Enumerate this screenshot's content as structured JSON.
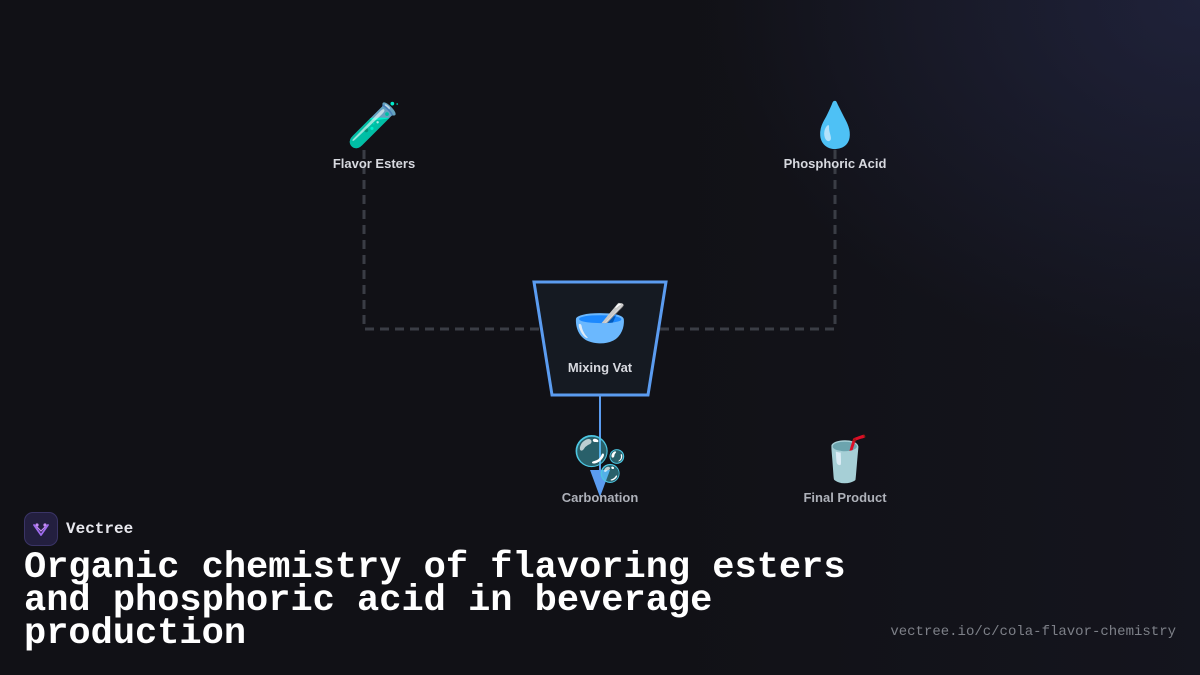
{
  "diagram": {
    "nodes": {
      "flavor_esters": {
        "label": "Flavor Esters",
        "icon": "test-tube-icon",
        "glyph": "🧪"
      },
      "phosphoric_acid": {
        "label": "Phosphoric Acid",
        "icon": "droplet-icon",
        "glyph": "💧"
      },
      "mixing_vat": {
        "label": "Mixing Vat",
        "icon": "bowl-with-spoon-icon",
        "glyph": "🥣"
      },
      "carbonation": {
        "label": "Carbonation",
        "icon": "bubbles-icon",
        "glyph": "🫧"
      },
      "final_product": {
        "label": "Final Product",
        "icon": "cup-with-straw-icon",
        "glyph": "🥤"
      }
    },
    "edges": [
      {
        "from": "flavor_esters",
        "to": "mixing_vat",
        "style": "dashed"
      },
      {
        "from": "phosphoric_acid",
        "to": "mixing_vat",
        "style": "dashed"
      },
      {
        "from": "mixing_vat",
        "to": "carbonation",
        "style": "solid-arrow"
      }
    ],
    "colors": {
      "accent": "#5b9cf0",
      "dashed_edge": "#3a3d45",
      "node_fill": "#151a22"
    }
  },
  "brand": {
    "name": "Vectree",
    "icon": "vectree-logo-icon"
  },
  "title": "Organic chemistry of flavoring esters and phosphoric acid in beverage production",
  "url": "vectree.io/c/cola-flavor-chemistry"
}
